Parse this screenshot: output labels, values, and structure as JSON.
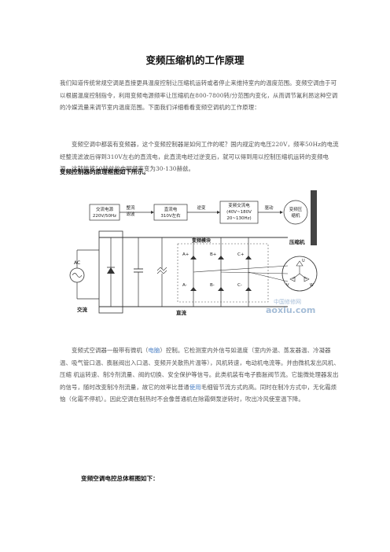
{
  "title": "变频压缩机的工作原理",
  "intro": "我们知道传统常规空调是直接更具温度控制让压缩机运转或者停止来维持室内的温度范围。变频空调由于可以根据温度控制指令，利用变频电源频率让压缩机在800-7800转/分范围内变化，从而调节氟利昂这种空调的冷媒流量来调节室内温度范围。下面我们详细看看变频空调机的工作原理：",
  "para2": "变频空调中都装有变频器，这个变频控制器是如何工作的呢？国内规定的电压220V，频率50Hz的电流经整流滤波后得到310V左右的直流电，此直流电经过逆变后，就可以得到用以控制压缩机运转的变频电源，这就能将50赫兹的电网频率变为30-130赫兹。",
  "heading1": "变频控制器的原理框图如下所示。",
  "diagram": {
    "box_ac": "交流电源",
    "box_ac_val": "220V/50Hz",
    "label_rect": "整流",
    "label_filter": "滤波",
    "box_dc": "直流电",
    "box_dc_val": "310V左右",
    "label_inverter": "逆变",
    "box_vf": "变频交流电",
    "box_vf_val1": "(40V~180V",
    "box_vf_val2": "20~130Hz)",
    "label_drive": "驱动",
    "box_comp1": "变频压",
    "box_comp2": "缩机",
    "label_module": "变频模块",
    "label_compressor": "压缩机",
    "label_ac_source": "AC",
    "label_ac_in": "交流",
    "label_dc": "直流",
    "sw_a_plus": "A+",
    "sw_b_plus": "B+",
    "sw_c_plus": "C+",
    "sw_a_minus": "A-",
    "sw_b_minus": "B-",
    "sw_c_minus": "C-",
    "phase_u": "U",
    "phase_v": "V",
    "phase_w": "W",
    "watermark1": "中国修修网",
    "watermark2": "aoxiu.com"
  },
  "para3_a": "变频式空调器一般带有微机（",
  "para3_link": "电脑",
  "para3_b": "）控制。它检测室内外信号如温度（室内外温、蒸发器温、冷凝器温、吸气管口温、膨胀阀出入口温、变频开关散热片温等），风机转速，电动机电流等。并由微机发出风机、压缩 机运转速、制冷剂流量、阀的切换、安全保护等信号。此类机装有电子膨胀阀节流。它能微处理器发出的信号，随时改变制冷剂流量，故它的效率比普通",
  "para3_link2": "使用",
  "para3_c": "毛细管节流方式的高。同时在制冷方式中，无化霜烦恼（化霜不停机）。因此空调在制热时不会像普通机在除霜倒泵逆转时，吹出冷风使室温下降。",
  "heading2": "变频空调电控总体框图如下："
}
